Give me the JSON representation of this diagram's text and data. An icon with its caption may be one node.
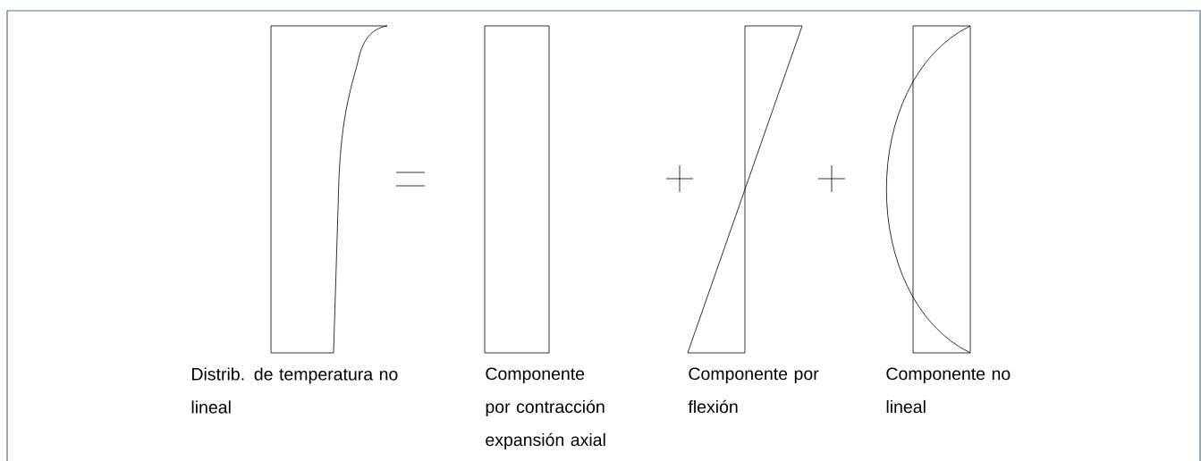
{
  "diagram": {
    "labels": [
      "Distrib. de temperatura no lineal",
      "Componente por contracción expansión axial",
      "Componente por flexión",
      "Componente no lineal"
    ]
  }
}
